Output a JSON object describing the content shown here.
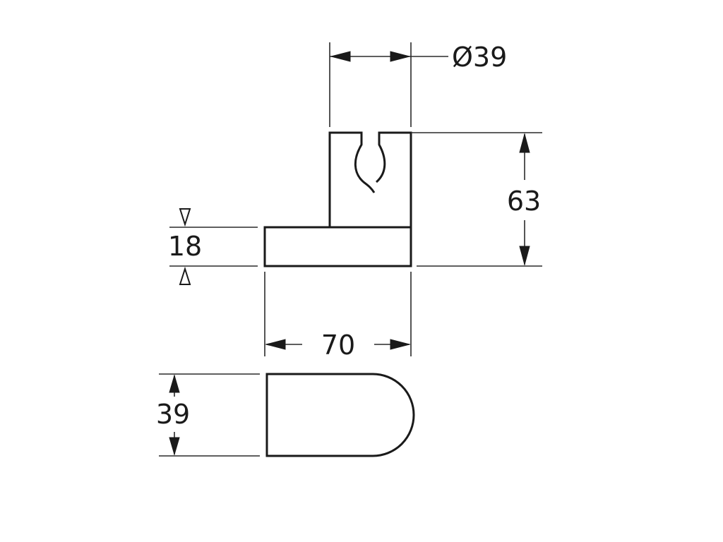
{
  "dimensions": {
    "diameter": "Ø39",
    "height_total": "63",
    "base_thickness": "18",
    "width": "70",
    "depth": "39"
  },
  "colors": {
    "line": "#1a1a1a",
    "background": "#ffffff"
  }
}
